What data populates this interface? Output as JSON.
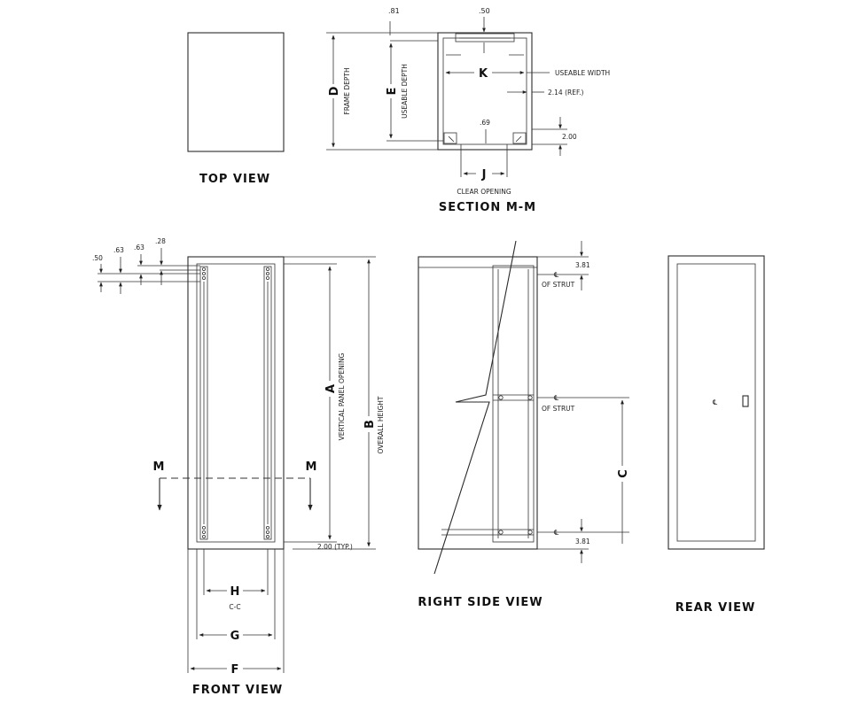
{
  "views": {
    "top": "TOP VIEW",
    "section": "SECTION  M-M",
    "front": "FRONT VIEW",
    "right_side": "RIGHT SIDE VIEW",
    "rear": "REAR VIEW"
  },
  "section": {
    "dim_081": ".81",
    "dim_050": ".50",
    "letter_d": "D",
    "frame_depth": "FRAME DEPTH",
    "letter_e": "E",
    "useable_depth": "USEABLE DEPTH",
    "letter_k": "K",
    "useable_width": "USEABLE WIDTH",
    "dim_214": "2.14  (REF.)",
    "dim_069": ".69",
    "dim_200": "2.00",
    "letter_j": "J",
    "clear_opening": "CLEAR OPENING"
  },
  "front": {
    "dim_050": ".50",
    "dim_063": ".63",
    "dim_063b": ".63",
    "dim_028": ".28",
    "letter_a": "A",
    "vertical_panel_opening": "VERTICAL  PANEL  OPENING",
    "letter_b": "B",
    "overall_height": "OVERALL HEIGHT",
    "m_left": "M",
    "m_right": "M",
    "dim_200_typ": "2.00  (TYP.)",
    "letter_h": "H",
    "cc": "C-C",
    "letter_g": "G",
    "letter_f": "F"
  },
  "side": {
    "dim_381_top": "3.81",
    "cl_top": "℄",
    "of_strut_top": "OF STRUT",
    "cl_mid": "℄",
    "of_strut_mid": "OF STRUT",
    "letter_c": "C",
    "cl_bottom": "℄",
    "dim_381_bottom": "3.81"
  },
  "rear": {
    "cl": "℄"
  }
}
